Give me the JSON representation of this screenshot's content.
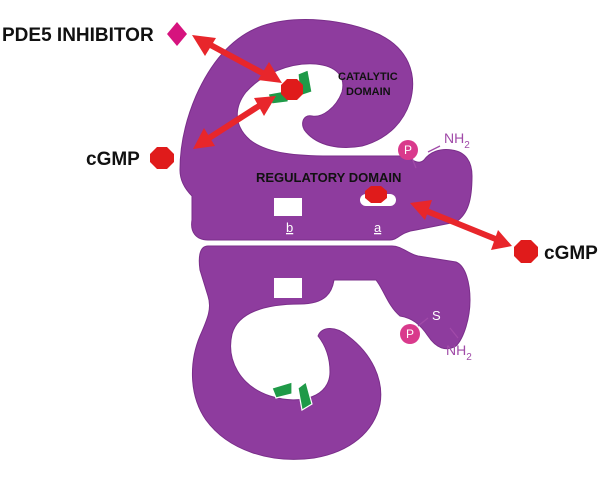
{
  "labels": {
    "pde5_inhibitor": "PDE5 INHIBITOR",
    "catalytic_line1": "CATALYTIC",
    "catalytic_line2": "DOMAIN",
    "cgmp_left": "cGMP",
    "cgmp_right": "cGMP",
    "regulatory_domain": "REGULATORY DOMAIN",
    "site_b": "b",
    "site_a": "a",
    "nh_top": "NH",
    "nh_top_sub": "2",
    "nh_bottom": "NH",
    "nh_bottom_sub": "2",
    "phospho_top": "P",
    "phospho_bottom": "P",
    "disulfide": "S"
  },
  "colors": {
    "protein": "#8e3c9e",
    "protein_edge": "#7a2e8a",
    "cgmp": "#e01b1b",
    "inhibitor": "#d6137e",
    "arrow": "#e8262b",
    "catalytic_site": "#1f9a48",
    "phosphate": "#d93a8c",
    "amino_label": "#a04aa8"
  },
  "icons": {
    "inhibitor": "pink-diamond",
    "cgmp": "red-octagon",
    "catalytic_site": "green-clamp",
    "phosphate": "pink-circle"
  }
}
